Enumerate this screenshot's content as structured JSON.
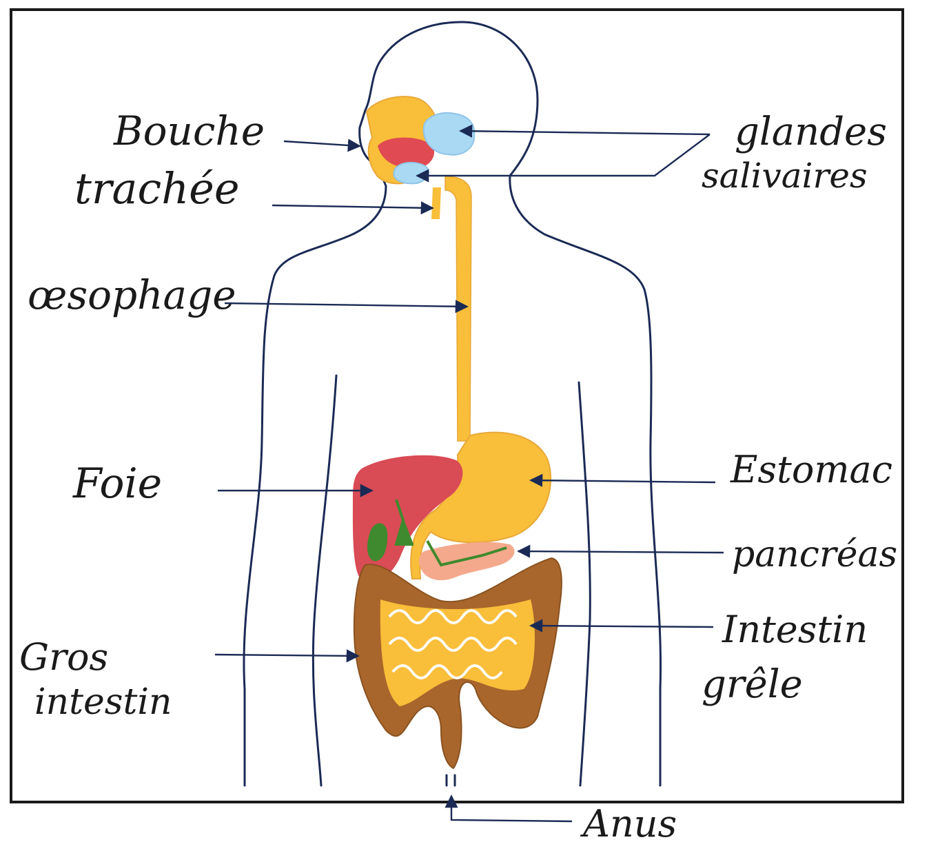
{
  "labels": {
    "bouche": "Bouche",
    "glandes_1": "glandes",
    "glandes_2": "salivaires",
    "trachee": "trachée",
    "oesophage": "œsophage",
    "foie": "Foie",
    "estomac": "Estomac",
    "pancreas": "pancréas",
    "intestin_grele_1": "Intestin",
    "intestin_grele_2": "grêle",
    "gros_intestin_1": "Gros",
    "gros_intestin_2": "intestin",
    "anus": "Anus"
  },
  "colors": {
    "outline": "#1b2a55",
    "digestive_tract": "#f9be3a",
    "liver": "#d94b55",
    "gallbladder": "#3f8a2e",
    "salivary_glands": "#a9d9f3",
    "large_intestine": "#a8662c",
    "pancreas": "#f5a98c",
    "tongue": "#e04a52"
  }
}
